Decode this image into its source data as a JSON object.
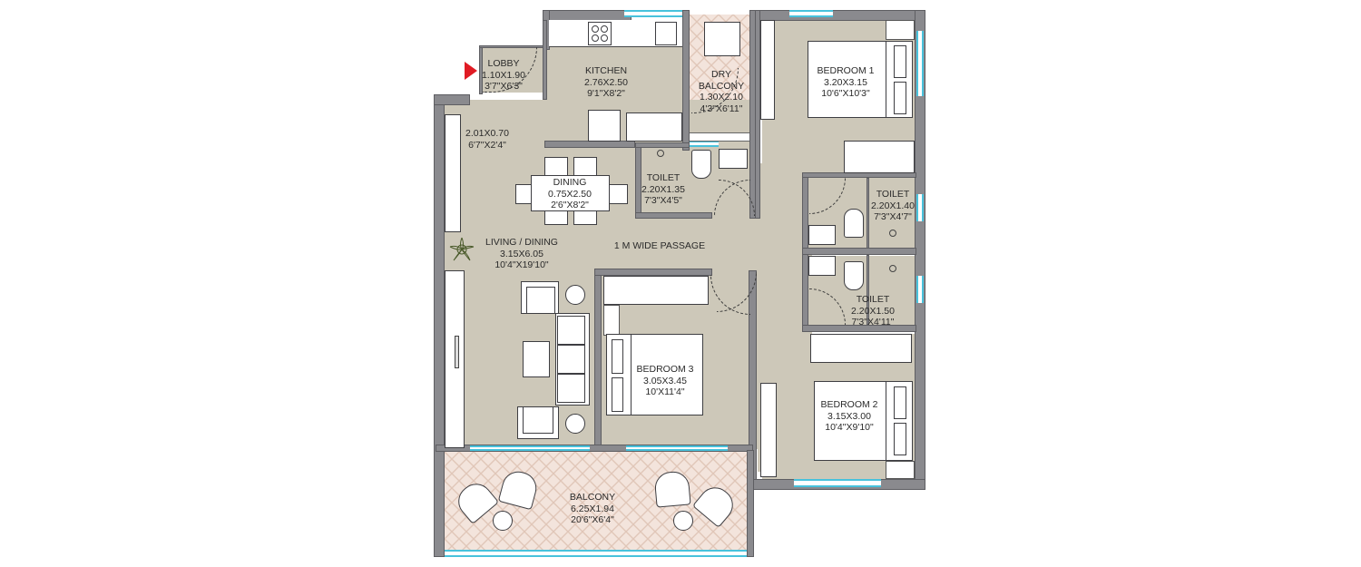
{
  "entry_marker": {
    "icon": "entry-arrow-icon",
    "color": "#e01b24"
  },
  "colors": {
    "floor": "#cdc8b9",
    "wall": "#8a8a8e",
    "balcony_tile": "#f3e4dc",
    "window": "#48c2dc"
  },
  "rooms": {
    "lobby": {
      "name": "LOBBY",
      "metric": "1.10X1.90",
      "imperial": "3'7\"X6'3\""
    },
    "kitchen": {
      "name": "KITCHEN",
      "metric": "2.76X2.50",
      "imperial": "9'1\"X8'2\""
    },
    "dry_balcony": {
      "name_line1": "DRY",
      "name_line2": "BALCONY",
      "metric": "1.30X2.10",
      "imperial": "4'3\"X6'11\""
    },
    "bedroom1": {
      "name": "BEDROOM 1",
      "metric": "3.20X3.15",
      "imperial": "10'6\"X10'3\""
    },
    "foyer": {
      "metric": "2.01X0.70",
      "imperial": "6'7\"X2'4\""
    },
    "dining": {
      "name": "DINING",
      "metric": "0.75X2.50",
      "imperial": "2'6\"X8'2\""
    },
    "toilet_common": {
      "name": "TOILET",
      "metric": "2.20X1.35",
      "imperial": "7'3\"X4'5\""
    },
    "toilet_b1": {
      "name": "TOILET",
      "metric": "2.20X1.40",
      "imperial": "7'3\"X4'7\""
    },
    "toilet_b2": {
      "name": "TOILET",
      "metric": "2.20X1.50",
      "imperial": "7'3\"X4'11\""
    },
    "living_dining": {
      "name": "LIVING / DINING",
      "metric": "3.15X6.05",
      "imperial": "10'4\"X19'10\""
    },
    "passage": {
      "name": "1 M WIDE PASSAGE"
    },
    "bedroom3": {
      "name": "BEDROOM 3",
      "metric": "3.05X3.45",
      "imperial": "10'X11'4\""
    },
    "bedroom2": {
      "name": "BEDROOM 2",
      "metric": "3.15X3.00",
      "imperial": "10'4\"X9'10\""
    },
    "balcony": {
      "name": "BALCONY",
      "metric": "6.25X1.94",
      "imperial": "20'6\"X6'4\""
    }
  }
}
